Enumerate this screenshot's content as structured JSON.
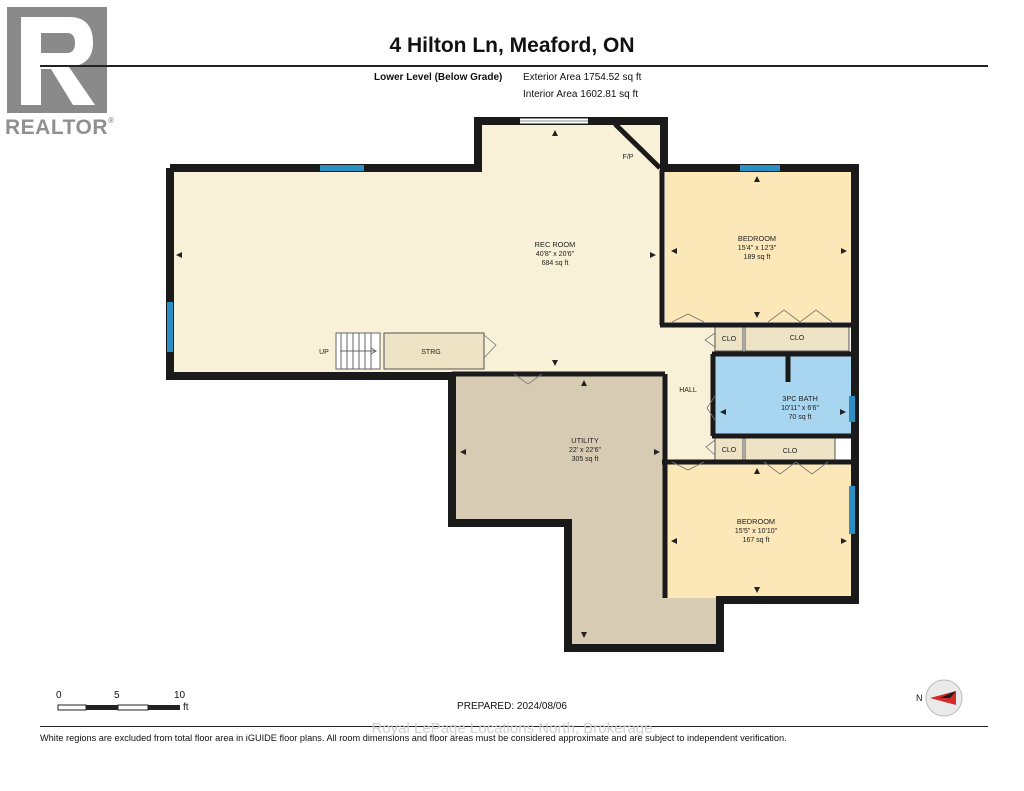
{
  "header": {
    "title": "4 Hilton Ln, Meaford, ON",
    "level": "Lower Level (Below Grade)",
    "exterior_area": "Exterior Area 1754.52 sq ft",
    "interior_area": "Interior Area 1602.81 sq ft"
  },
  "logo": {
    "text": "REALTOR",
    "reg": "®",
    "icon": "realtor-r-logo"
  },
  "rooms": {
    "rec_room": {
      "name": "REC ROOM",
      "dims": "40'8\" x 20'6\"",
      "area": "684 sq ft"
    },
    "bedroom_1": {
      "name": "BEDROOM",
      "dims": "15'4\" x 12'3\"",
      "area": "189 sq ft"
    },
    "bath": {
      "name": "3PC BATH",
      "dims": "10'11\" x 6'6\"",
      "area": "70 sq ft"
    },
    "utility": {
      "name": "UTILITY",
      "dims": "22' x 22'6\"",
      "area": "305 sq ft"
    },
    "bedroom_2": {
      "name": "BEDROOM",
      "dims": "15'5\" x 10'10\"",
      "area": "167 sq ft"
    }
  },
  "labels": {
    "fp": "F/P",
    "up": "UP",
    "strg": "STRG",
    "hall": "HALL",
    "clo": "CLO"
  },
  "colors": {
    "rec_room": "#f8f1d8",
    "bedroom": "#fbe7b8",
    "bath": "#a8d6f0",
    "utility": "#d8cbb4",
    "hall": "#f8f1d8",
    "closet": "#efe3c6",
    "wall": "#1a1a1a",
    "window": "#2b8fc4"
  },
  "scale": {
    "ticks": [
      "0",
      "5",
      "10"
    ],
    "unit": "ft"
  },
  "prepared": "PREPARED: 2024/08/06",
  "compass": {
    "label": "N",
    "icon": "compass-icon"
  },
  "watermark": "Royal LePage Locations North, Brokerage",
  "footnote": "White regions are excluded from total floor area in iGUIDE floor plans. All room dimensions and floor areas must be considered approximate and are subject to independent verification."
}
